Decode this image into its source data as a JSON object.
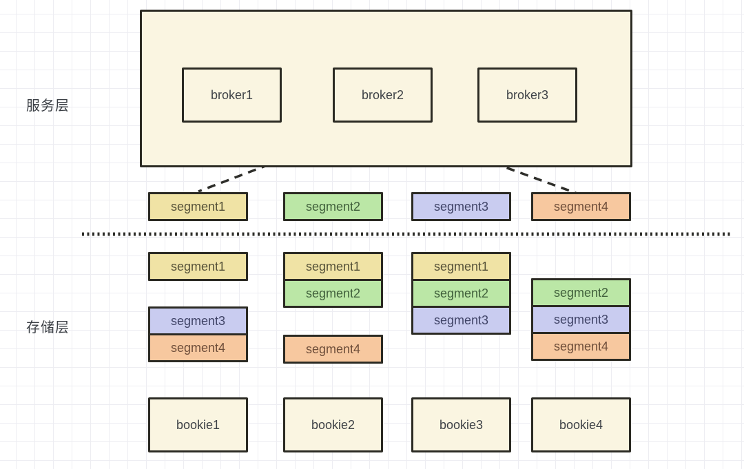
{
  "diagram_title": "pulsar-broker-bookie-segment-architecture",
  "palette": {
    "canvas_bg": "#ffffff",
    "grid_line": "#ededf2",
    "node_fill": "#faf5e1",
    "border": "#2b2a23",
    "text": "#3e4247",
    "connector": "#2e2e2a",
    "variants": {
      "yellow": {
        "bg": "#f0e3a5",
        "text": "#565239"
      },
      "green": {
        "bg": "#bbe7a6",
        "text": "#41603c"
      },
      "purple": {
        "bg": "#c9ccf0",
        "text": "#404467"
      },
      "orange": {
        "bg": "#f7c89f",
        "text": "#6e4e3a"
      }
    }
  },
  "service": {
    "label": "服务层",
    "brokers": [
      {
        "label": "broker1"
      },
      {
        "label": "broker2"
      },
      {
        "label": "broker3"
      }
    ]
  },
  "connectors": {
    "from": "broker2",
    "to": [
      "segment1",
      "segment4"
    ],
    "style": "dashed"
  },
  "ledger_row": [
    {
      "label": "segment1",
      "variant": "yellow"
    },
    {
      "label": "segment2",
      "variant": "green"
    },
    {
      "label": "segment3",
      "variant": "purple"
    },
    {
      "label": "segment4",
      "variant": "orange"
    }
  ],
  "storage": {
    "label": "存储层",
    "columns": [
      {
        "bookie": "bookie1",
        "stacks": [
          [
            {
              "label": "segment1",
              "variant": "yellow"
            }
          ],
          [
            {
              "label": "segment3",
              "variant": "purple"
            },
            {
              "label": "segment4",
              "variant": "orange"
            }
          ]
        ]
      },
      {
        "bookie": "bookie2",
        "stacks": [
          [
            {
              "label": "segment1",
              "variant": "yellow"
            },
            {
              "label": "segment2",
              "variant": "green"
            }
          ],
          [
            {
              "label": "segment4",
              "variant": "orange"
            }
          ]
        ]
      },
      {
        "bookie": "bookie3",
        "stacks": [
          [
            {
              "label": "segment1",
              "variant": "yellow"
            },
            {
              "label": "segment2",
              "variant": "green"
            },
            {
              "label": "segment3",
              "variant": "purple"
            }
          ]
        ]
      },
      {
        "bookie": "bookie4",
        "stacks": [
          [
            {
              "label": "segment2",
              "variant": "green"
            },
            {
              "label": "segment3",
              "variant": "purple"
            },
            {
              "label": "segment4",
              "variant": "orange"
            }
          ]
        ]
      }
    ]
  }
}
